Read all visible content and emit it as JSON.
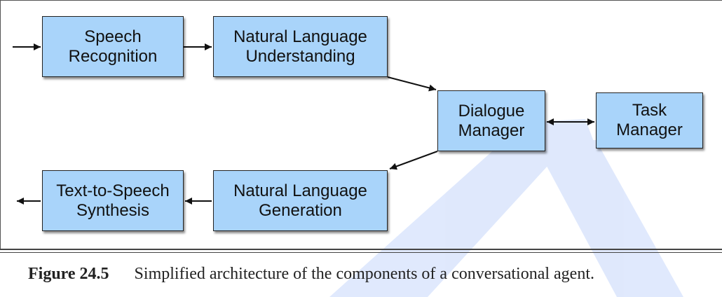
{
  "diagram": {
    "nodes": [
      {
        "id": "speech-recognition",
        "label": "Speech\nRecognition"
      },
      {
        "id": "nlu",
        "label": "Natural Language\nUnderstanding"
      },
      {
        "id": "dialogue-manager",
        "label": "Dialogue\nManager"
      },
      {
        "id": "task-manager",
        "label": "Task\nManager"
      },
      {
        "id": "tts",
        "label": "Text-to-Speech\nSynthesis"
      },
      {
        "id": "nlg",
        "label": "Natural Language\nGeneration"
      }
    ],
    "edges": [
      {
        "from": "input",
        "to": "speech-recognition"
      },
      {
        "from": "speech-recognition",
        "to": "nlu"
      },
      {
        "from": "nlu",
        "to": "dialogue-manager"
      },
      {
        "from": "dialogue-manager",
        "to": "task-manager",
        "bidirectional": true
      },
      {
        "from": "dialogue-manager",
        "to": "nlg"
      },
      {
        "from": "nlg",
        "to": "tts"
      },
      {
        "from": "tts",
        "to": "output"
      }
    ],
    "colors": {
      "node_fill": "#a9d4fa",
      "node_border": "#222222",
      "watermark": "#2f6df0"
    }
  },
  "caption": {
    "label": "Figure 24.5",
    "text": "Simplified architecture of the components of a conversational agent."
  }
}
